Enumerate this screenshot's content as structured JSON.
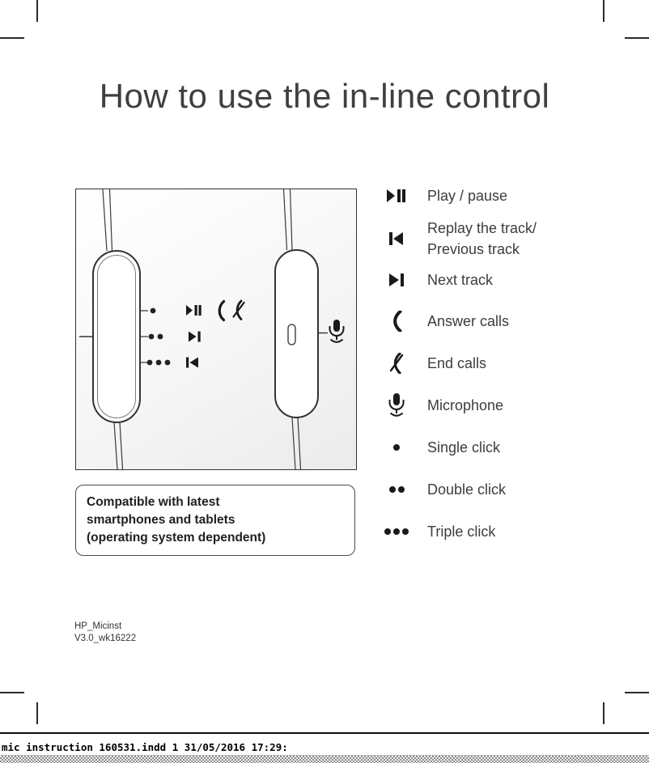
{
  "page": {
    "title": "How to use the in-line control"
  },
  "colors": {
    "ink": "#1a1a1a",
    "text": "#3d3d3d",
    "border": "#333333"
  },
  "legend": {
    "items": [
      {
        "icon": "play-pause-icon",
        "lines": [
          "Play / pause"
        ]
      },
      {
        "icon": "previous-track-icon",
        "lines": [
          "Replay the track/",
          "Previous track"
        ]
      },
      {
        "icon": "next-track-icon",
        "lines": [
          "Next track"
        ]
      },
      {
        "icon": "answer-calls-icon",
        "lines": [
          "Answer calls"
        ]
      },
      {
        "icon": "end-calls-icon",
        "lines": [
          "End calls"
        ]
      },
      {
        "icon": "microphone-icon",
        "lines": [
          "Microphone"
        ]
      },
      {
        "icon": "single-click-icon",
        "lines": [
          "Single click"
        ]
      },
      {
        "icon": "double-click-icon",
        "lines": [
          "Double click"
        ]
      },
      {
        "icon": "triple-click-icon",
        "lines": [
          "Triple click"
        ]
      }
    ]
  },
  "compat": {
    "lines": [
      "Compatible with latest",
      "smartphones and tablets",
      "(operating system dependent)"
    ]
  },
  "doc_code": {
    "lines": [
      "HP_Micinst",
      "V3.0_wk16222"
    ]
  },
  "print_footer": {
    "filename": "mic instruction 160531.indd",
    "page_number": "1",
    "date": "31/05/2016",
    "time": "17:29:"
  }
}
